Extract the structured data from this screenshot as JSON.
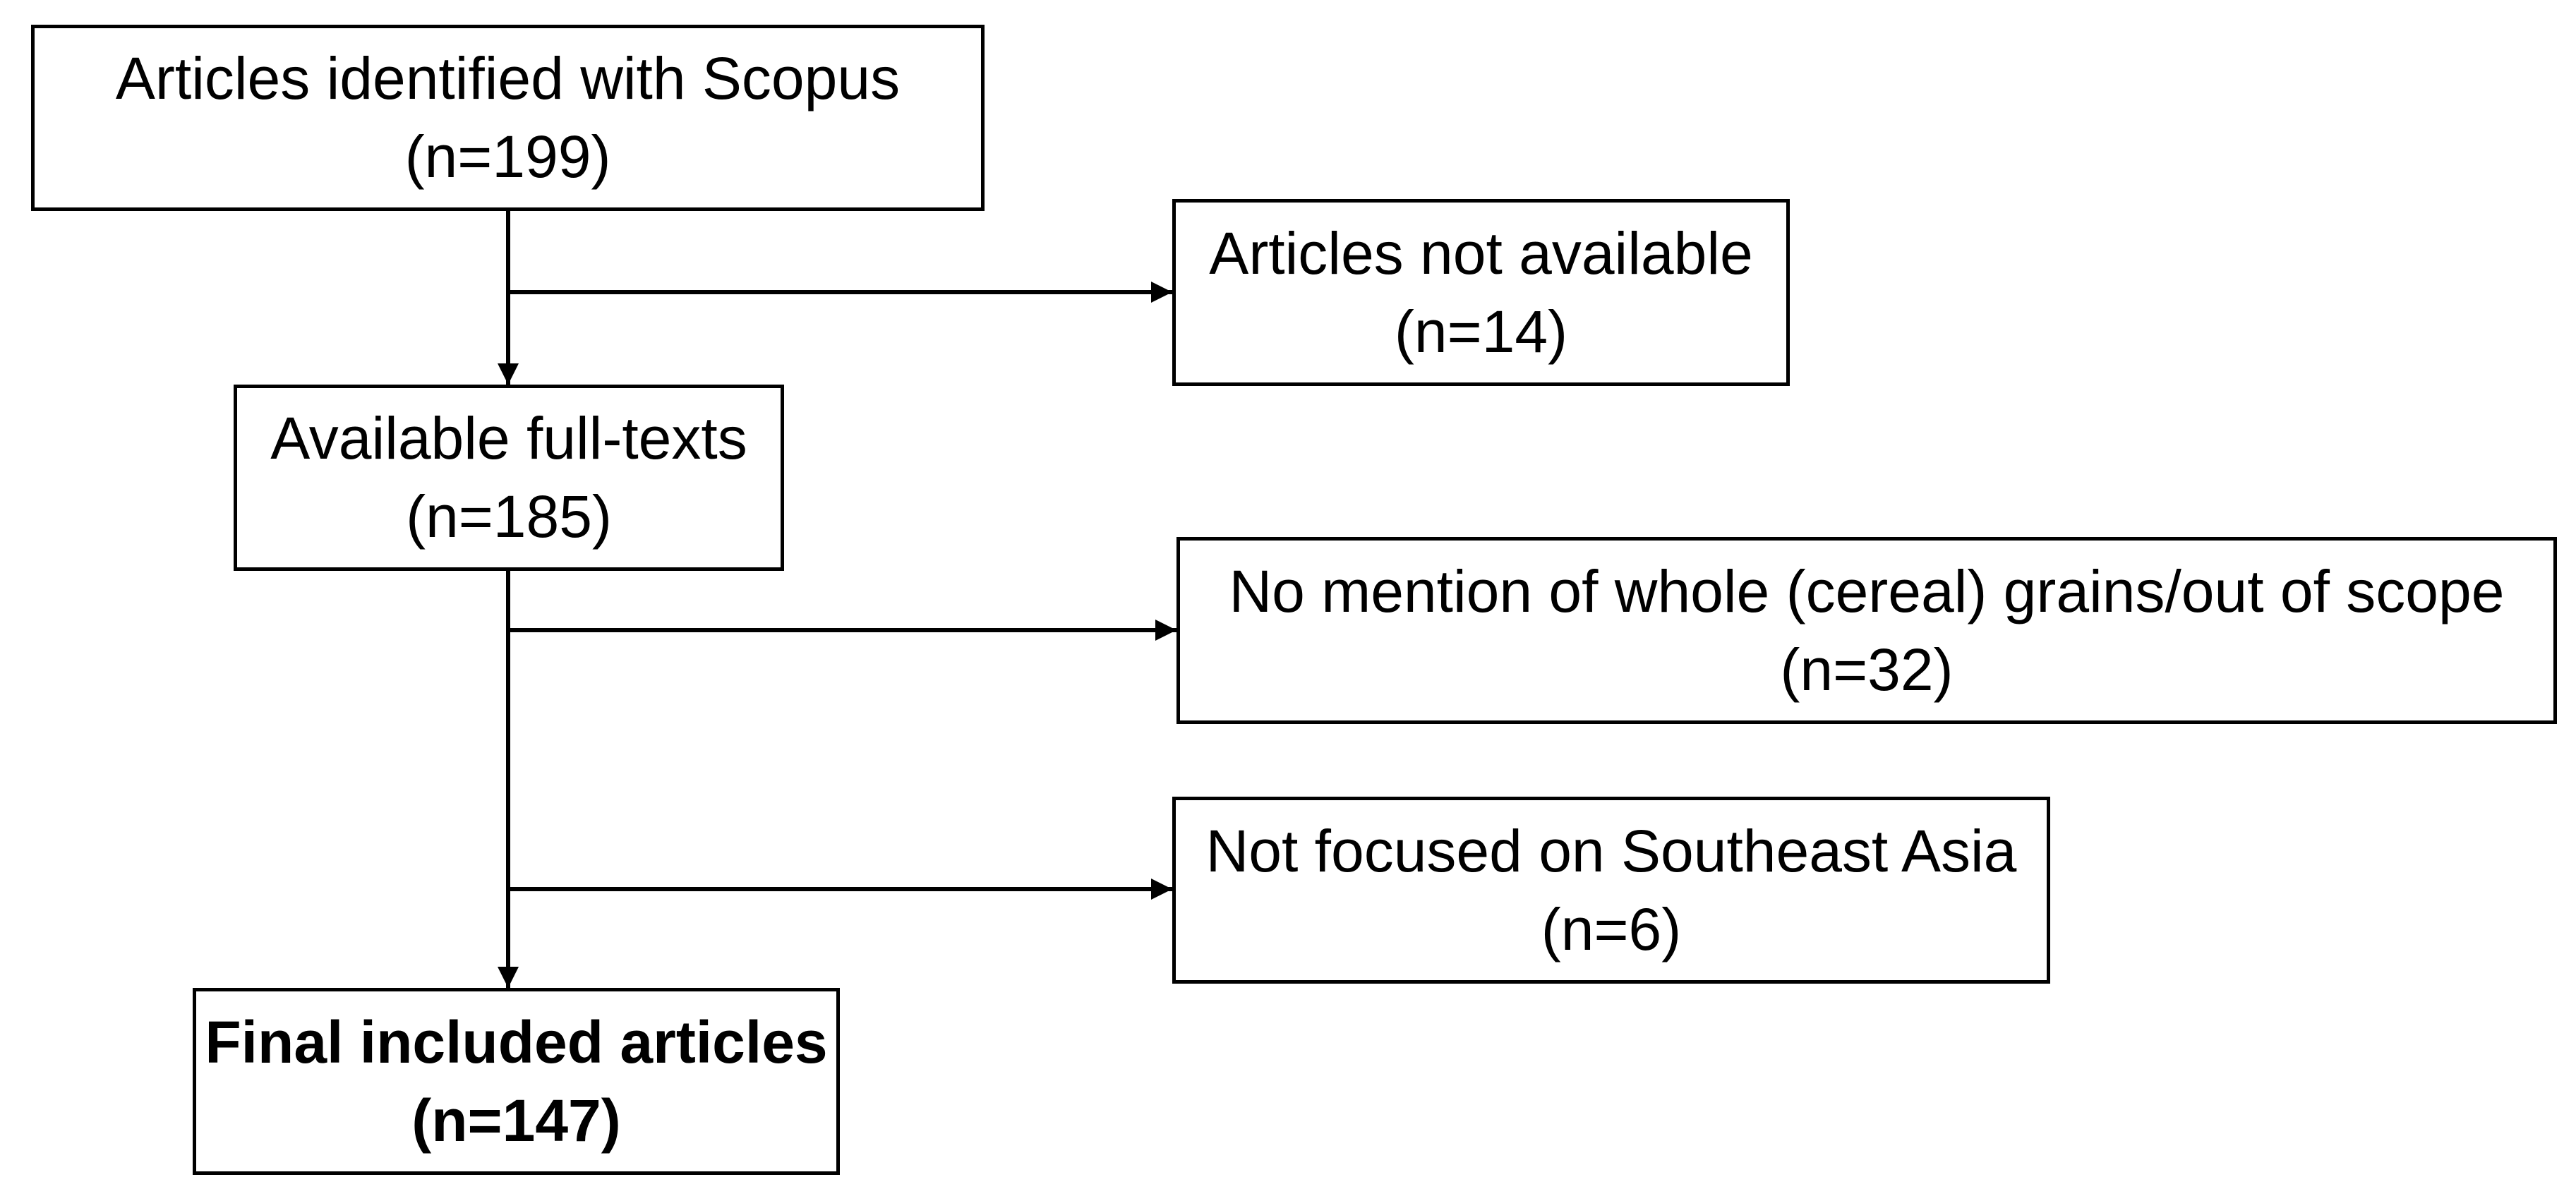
{
  "flow": {
    "identified": {
      "label": "Articles identified with Scopus",
      "count": "(n=199)"
    },
    "available": {
      "label": "Available full-texts",
      "count": "(n=185)"
    },
    "final": {
      "label": "Final included articles",
      "count": "(n=147)"
    }
  },
  "exclusions": {
    "not_available": {
      "label": "Articles not available",
      "count": "(n=14)"
    },
    "no_mention": {
      "label": "No mention of whole (cereal) grains/out of scope",
      "count": "(n=32)"
    },
    "not_focused": {
      "label": "Not focused on Southeast Asia",
      "count": "(n=6)"
    }
  },
  "colors": {
    "stroke": "#000000",
    "fill": "#ffffff"
  }
}
